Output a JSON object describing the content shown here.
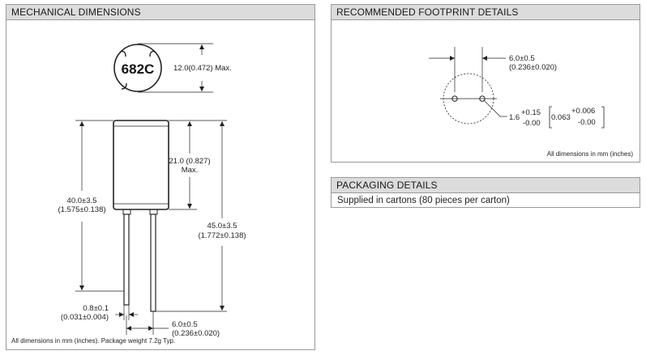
{
  "mechanical": {
    "title": "MECHANICAL DIMENSIONS",
    "marking": "682C",
    "diameter_line1": "12.0(0.472) Max.",
    "body_line1": "21.0 (0.827)",
    "body_line2": "Max.",
    "height_line1": "40.0±3.5",
    "height_line2": "(1.575±0.138)",
    "total_line1": "45.0±3.5",
    "total_line2": "(1.772±0.138)",
    "lead_line1": "0.8±0.1",
    "lead_line2": "(0.031±0.004)",
    "spacing_line1": "6.0±0.5",
    "spacing_line2": "(0.236±0.020)",
    "footer": "All dimensions in mm (inches). Package weight 7.2g Typ."
  },
  "footprint": {
    "title": "RECOMMENDED FOOTPRINT DETAILS",
    "spacing_line1": "6.0±0.5",
    "spacing_line2": "(0.236±0.020)",
    "hole_nominal": "1.6",
    "hole_plus": "+0.15",
    "hole_minus": "-0.00",
    "hole_inch_nominal": "0.063",
    "hole_inch_plus": "+0.006",
    "hole_inch_minus": "-0.00",
    "footer": "All dimensions in mm (inches)"
  },
  "packaging": {
    "title": "PACKAGING DETAILS",
    "text": "Supplied in cartons (80 pieces per carton)"
  }
}
